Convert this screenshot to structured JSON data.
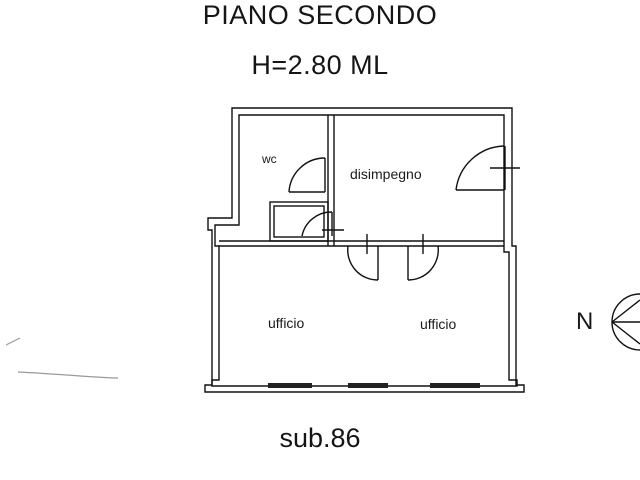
{
  "header": {
    "floor": "PIANO SECONDO",
    "height": "H=2.80 ML"
  },
  "rooms": {
    "wc": "wc",
    "disimpegno": "disimpegno",
    "ufficio_left": "ufficio",
    "ufficio_right": "ufficio"
  },
  "compass": {
    "north": "N"
  },
  "footer": {
    "sub": "sub.86"
  }
}
